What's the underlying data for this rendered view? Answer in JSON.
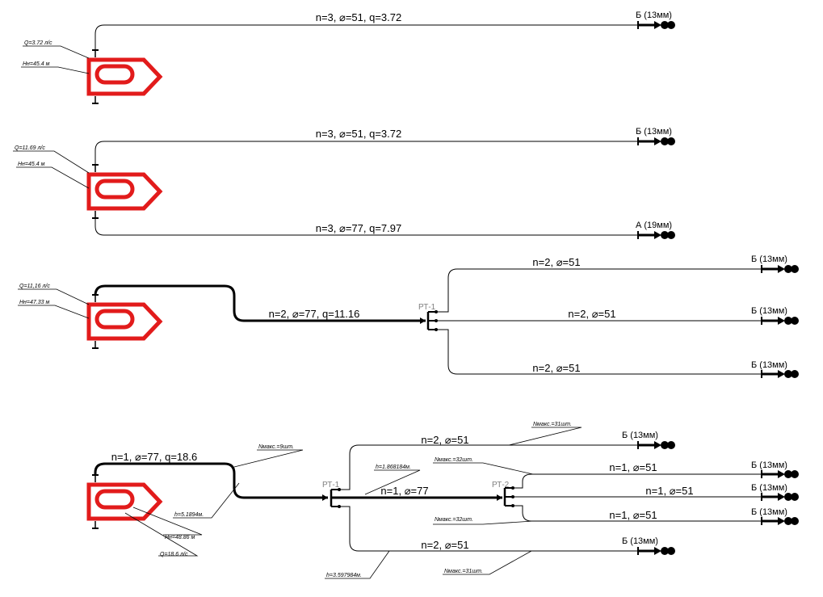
{
  "colors": {
    "truck": "#e21b1b",
    "line": "#000000",
    "branch_label": "#808080"
  },
  "schemes": [
    {
      "notes": {
        "q": "Q=3.72 л/с",
        "h": "Нн=45.4 м"
      },
      "lines": [
        {
          "label": "n=3, ⌀=51, q=3.72",
          "nozzle": "Б (13мм)"
        }
      ]
    },
    {
      "notes": {
        "q": "Q=11.69 л/с",
        "h": "Нн=45.4 м"
      },
      "lines": [
        {
          "label": "n=3, ⌀=51, q=3.72",
          "nozzle": "Б (13мм)"
        },
        {
          "label": "n=3, ⌀=77, q=7.97",
          "nozzle": "А (19мм)"
        }
      ]
    },
    {
      "notes": {
        "q": "Q=11,16 л/с",
        "h": "Нн=47.33 м"
      },
      "main": "n=2, ⌀=77, q=11.16",
      "branch": "РТ-1",
      "lines": [
        {
          "label": "n=2, ⌀=51",
          "nozzle": "Б (13мм)"
        },
        {
          "label": "n=2, ⌀=51",
          "nozzle": "Б (13мм)"
        },
        {
          "label": "n=2, ⌀=51",
          "nozzle": "Б (13мм)"
        }
      ]
    },
    {
      "notes": {
        "h": "Нн=48.86 м",
        "q": "Q=18.6 л/с",
        "n_main": "Nмакс.=9шт.",
        "h_main": "h=5.1894м.",
        "h_mid": "h=1.868184м.",
        "n_top": "Nмакс.=31шт.",
        "n_rt2_top": "Nмакс.=32шт.",
        "n_rt2_bot": "Nмакс.=32шт.",
        "h_bot": "h=3.597984м.",
        "n_bot": "Nмакс.=31шт."
      },
      "main": "n=1, ⌀=77, q=18.6",
      "branch1": "РТ-1",
      "branch2": "РТ-2",
      "mid": "n=1, ⌀=77",
      "lines": [
        {
          "label": "n=2, ⌀=51",
          "nozzle": "Б (13мм)"
        },
        {
          "label": "n=1, ⌀=51",
          "nozzle": "Б (13мм)"
        },
        {
          "label": "n=1, ⌀=51",
          "nozzle": "Б (13мм)"
        },
        {
          "label": "n=1, ⌀=51",
          "nozzle": "Б (13мм)"
        },
        {
          "label": "n=2, ⌀=51",
          "nozzle": "Б (13мм)"
        }
      ]
    }
  ]
}
